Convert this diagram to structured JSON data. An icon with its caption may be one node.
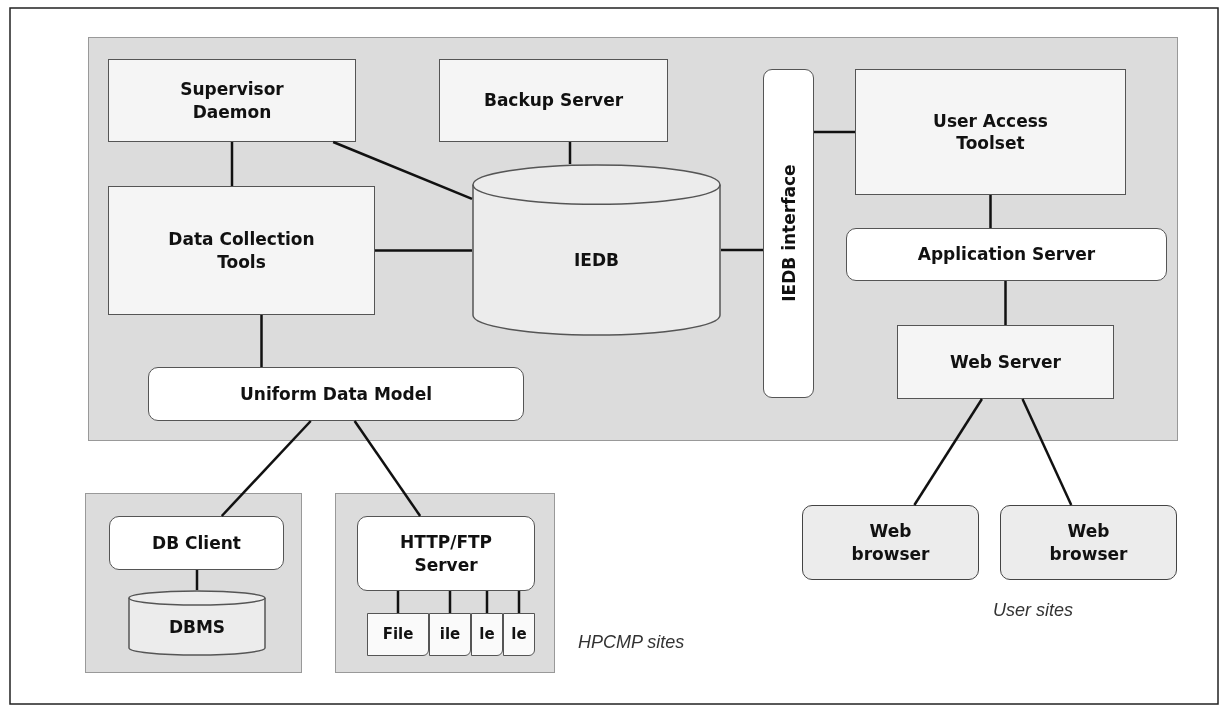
{
  "diagram": {
    "nodes": [
      {
        "text": [],
        "shape": "box"
      },
      {
        "text": [
          "Supervisor Daemon"
        ],
        "in": 0
      },
      {
        "text": [
          "Backup Server"
        ],
        "in": 0
      },
      {
        "text": [
          "IEDB interface"
        ],
        "in": 0
      },
      {
        "text": [
          "User Access Toolset"
        ],
        "in": 0
      },
      {
        "text": [
          "Data Collection Tools"
        ],
        "in": 0
      },
      {
        "text": [
          "IEDB"
        ],
        "in": 0
      },
      {
        "text": [
          "Application Server"
        ],
        "in": 0
      },
      {
        "text": [
          "Web Server"
        ],
        "in": 0
      },
      {
        "text": [
          "Uniform Data Model"
        ],
        "in": 0
      },
      {
        "text": [],
        "shape": "box"
      },
      {
        "text": [
          "DB Client"
        ],
        "in": 10
      },
      {
        "text": [
          "DBMS"
        ],
        "in": 10
      },
      {
        "text": [],
        "shape": "box"
      },
      {
        "text": [
          "HTTP/FTP Server"
        ],
        "in": 13
      },
      {
        "text": [
          "File"
        ],
        "in": 13
      },
      {
        "text": [
          "ile"
        ],
        "in": 13
      },
      {
        "text": [
          "le"
        ],
        "in": 13
      },
      {
        "text": [
          "le"
        ],
        "in": 13
      },
      {
        "text": [
          "Web browser"
        ]
      },
      {
        "text": [
          "Web browser"
        ]
      }
    ],
    "edges": [
      {
        "from": 1,
        "to": 5,
        "arrow": "none"
      },
      {
        "from": 1,
        "to": 6,
        "arrow": "none"
      },
      {
        "from": 2,
        "to": 6,
        "arrow": "none"
      },
      {
        "from": 5,
        "to": 6,
        "arrow": "none"
      },
      {
        "from": 6,
        "to": 3,
        "arrow": "none"
      },
      {
        "from": 3,
        "to": 4,
        "arrow": "none"
      },
      {
        "from": 4,
        "to": 7,
        "arrow": "none"
      },
      {
        "from": 7,
        "to": 8,
        "arrow": "none"
      },
      {
        "from": 5,
        "to": 9,
        "arrow": "none"
      },
      {
        "from": 9,
        "to": 11,
        "arrow": "none"
      },
      {
        "from": 9,
        "to": 14,
        "arrow": "none"
      },
      {
        "from": 11,
        "to": 12,
        "arrow": "none"
      },
      {
        "from": 14,
        "to": 15,
        "arrow": "none"
      },
      {
        "from": 14,
        "to": 16,
        "arrow": "none"
      },
      {
        "from": 14,
        "to": 17,
        "arrow": "none"
      },
      {
        "from": 14,
        "to": 18,
        "arrow": "none"
      },
      {
        "from": 8,
        "to": 19,
        "arrow": "none"
      },
      {
        "from": 8,
        "to": 20,
        "arrow": "none"
      }
    ],
    "labels": [
      "HPCMP sites",
      "User sites"
    ]
  }
}
